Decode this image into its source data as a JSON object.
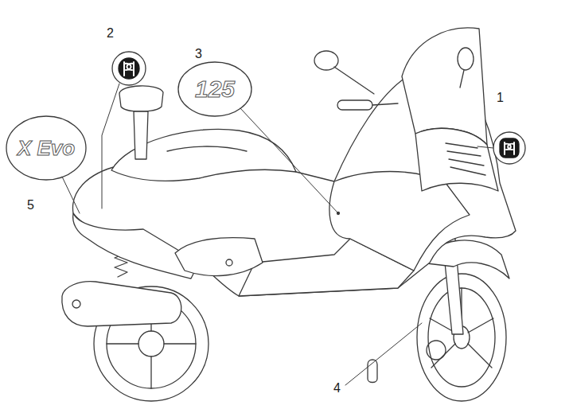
{
  "diagram": {
    "labels": [
      "1",
      "2",
      "3",
      "4",
      "5",
      "125",
      "X Evo"
    ]
  }
}
